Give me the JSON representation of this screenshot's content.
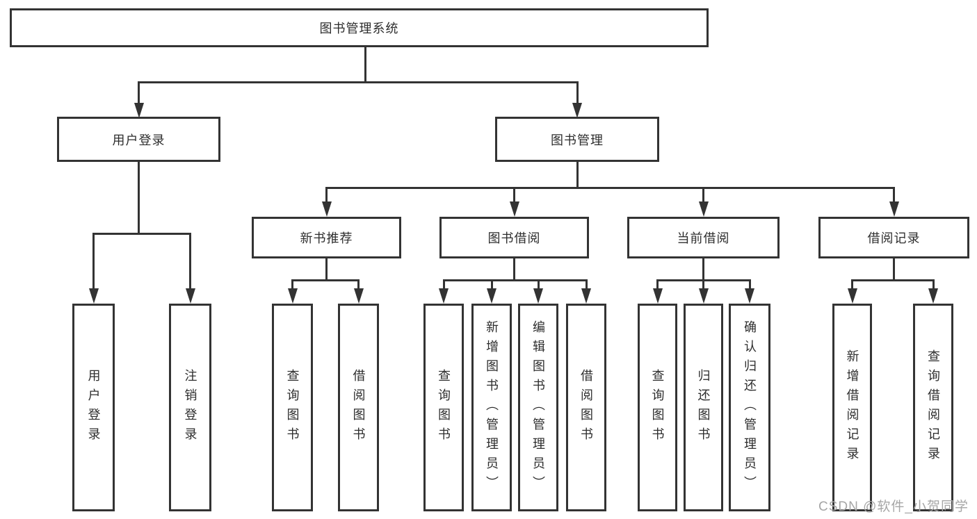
{
  "tree": {
    "root": "图书管理系统",
    "level2": {
      "login": "用户登录",
      "management": "图书管理"
    },
    "level3": {
      "recommend": "新书推荐",
      "borrow": "图书借阅",
      "current": "当前借阅",
      "records": "借阅记录"
    },
    "leaves": {
      "login": [
        "用户登录",
        "注销登录"
      ],
      "recommend": [
        "查询图书",
        "借阅图书"
      ],
      "borrow": [
        "查询图书",
        "新增图书（管理员）",
        "编辑图书（管理员）",
        "借阅图书"
      ],
      "current": [
        "查询图书",
        "归还图书",
        "确认归还（管理员）"
      ],
      "records": [
        "新增借阅记录",
        "查询借阅记录"
      ]
    }
  },
  "watermark": "CSDN @软件_小贺同学",
  "colors": {
    "line": "#333333",
    "text": "#2d2d2d",
    "background": "#ffffff",
    "watermark": "#a6a6a6"
  }
}
